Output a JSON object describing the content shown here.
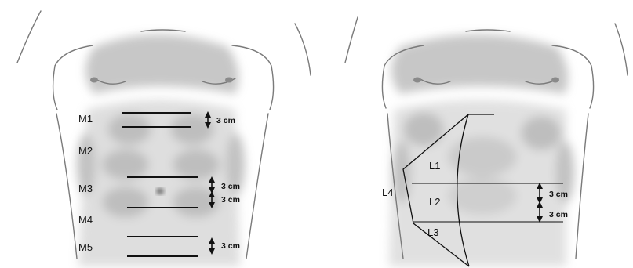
{
  "left_panel": {
    "region_labels": [
      "M1",
      "M2",
      "M3",
      "M4",
      "M5"
    ],
    "measurements": [
      "3 cm",
      "3 cm",
      "3 cm",
      "3 cm"
    ]
  },
  "right_panel": {
    "region_labels": [
      "L1",
      "L2",
      "L3",
      "L4"
    ],
    "measurements": [
      "3 cm",
      "3 cm"
    ]
  },
  "colors": {
    "line": "#111111",
    "shade": "#9a9a9a",
    "outline": "#7a7a7a"
  }
}
